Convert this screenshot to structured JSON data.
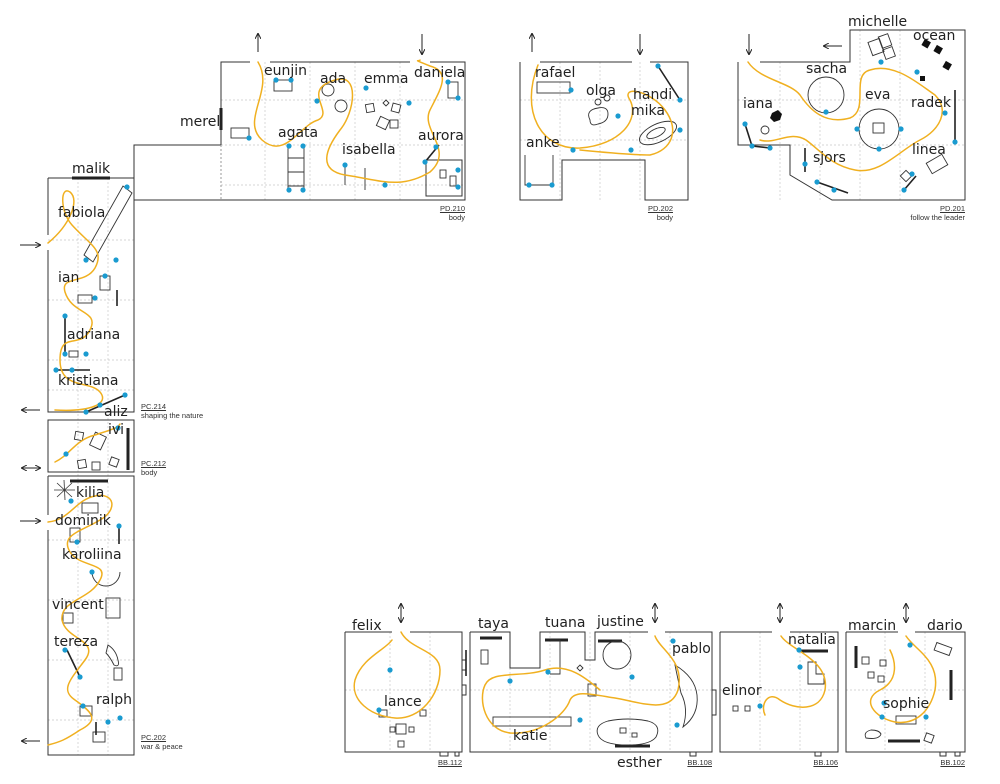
{
  "colors": {
    "wall": "#333333",
    "grid": "#c8c8c8",
    "path": "#f0b020",
    "dot": "#1a9bd0",
    "text": "#222222"
  },
  "icons": [
    "arrow-up-icon",
    "arrow-down-icon",
    "arrow-left-icon",
    "arrow-right-icon",
    "arrow-bidirectional-icon"
  ],
  "rooms": [
    {
      "id": "PD.210",
      "caption": "body",
      "names": [
        "merel",
        "eunjin",
        "ada",
        "emma",
        "daniela",
        "agata",
        "isabella",
        "aurora"
      ]
    },
    {
      "id": "PD.202",
      "caption": "body",
      "names": [
        "rafael",
        "olga",
        "handi",
        "mika",
        "anke"
      ]
    },
    {
      "id": "PD.201",
      "caption": "follow the leader",
      "names": [
        "michelle",
        "ocean",
        "sacha",
        "iana",
        "eva",
        "radek",
        "sjors",
        "linea"
      ]
    },
    {
      "id": "PC.214",
      "caption": "shaping the nature",
      "names": [
        "malik",
        "fabiola",
        "ian",
        "adriana",
        "kristiana",
        "aliz"
      ]
    },
    {
      "id": "PC.212",
      "caption": "body",
      "names": [
        "ivi"
      ]
    },
    {
      "id": "PC.202",
      "caption": "war & peace",
      "names": [
        "kilia",
        "dominik",
        "karoliina",
        "vincent",
        "tereza",
        "ralph"
      ]
    },
    {
      "id": "BB.112",
      "caption": "",
      "names": [
        "felix",
        "lance"
      ]
    },
    {
      "id": "BB.108",
      "caption": "",
      "names": [
        "taya",
        "tuana",
        "justine",
        "pablo",
        "katie",
        "esther"
      ]
    },
    {
      "id": "BB.106",
      "caption": "",
      "names": [
        "natalia",
        "elinor"
      ]
    },
    {
      "id": "BB.102",
      "caption": "",
      "names": [
        "marcin",
        "dario",
        "sophie"
      ]
    }
  ]
}
